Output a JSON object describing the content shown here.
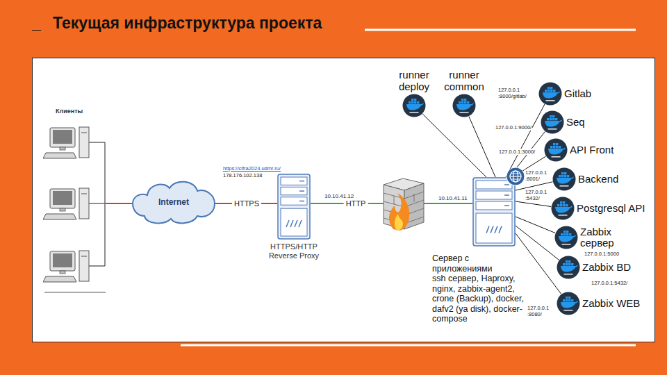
{
  "diagram": {
    "title": "Текущая инфраструктура проекта",
    "nodes": [
      {
        "text": [
          "Клиенты"
        ]
      },
      {
        "text": [
          "Internet"
        ]
      },
      {
        "text": [
          "HTTPS/HTTP Reverse Proxy"
        ]
      },
      {
        "text": [
          "runner deploy"
        ]
      },
      {
        "text": [
          "runner common"
        ]
      },
      {
        "text": [
          "Сервер с приложениями",
          "ssh сервер, Haproxy, nginx, zabbix-agent2, crone (Backup), docker, dafv2 (ya disk), docker-compose"
        ]
      },
      {
        "text": [
          "Gitlab"
        ]
      },
      {
        "text": [
          "Seq"
        ]
      },
      {
        "text": [
          "API Front"
        ]
      },
      {
        "text": [
          "Backend"
        ]
      },
      {
        "text": [
          "Postgresql API"
        ]
      },
      {
        "text": [
          "Zabbix сервер"
        ]
      },
      {
        "text": [
          "Zabbix BD"
        ]
      },
      {
        "text": [
          "Zabbix WEB"
        ]
      }
    ],
    "edges": [
      {
        "from": 0,
        "to": 1,
        "arrow": "none"
      },
      {
        "from": 1,
        "to": 2,
        "label": "HTTPS",
        "arrow": "none"
      },
      {
        "from": 2,
        "to": 5,
        "label": "HTTP",
        "arrow": "none"
      },
      {
        "from": 3,
        "to": 5,
        "arrow": "none"
      },
      {
        "from": 4,
        "to": 5,
        "arrow": "none"
      },
      {
        "from": 5,
        "to": 6,
        "label": "127.0.0.1 :8000/gitlab/",
        "arrow": "none"
      },
      {
        "from": 5,
        "to": 7,
        "label": "127.0.0.1:9000/",
        "arrow": "none"
      },
      {
        "from": 5,
        "to": 8,
        "label": "127.0.0.1:3000/",
        "arrow": "none"
      },
      {
        "from": 5,
        "to": 9,
        "label": "127.0.0.1 :8001/",
        "arrow": "none"
      },
      {
        "from": 5,
        "to": 10,
        "label": "127.0.0.1 :5432/",
        "arrow": "none"
      },
      {
        "from": 5,
        "to": 11,
        "label": "127.0.0.1:5000",
        "arrow": "none"
      },
      {
        "from": 5,
        "to": 12,
        "label": "127.0.0.1:5432/",
        "arrow": "none"
      },
      {
        "from": 5,
        "to": 13,
        "label": "127.0.0.1 :8080/",
        "arrow": "none"
      }
    ],
    "labels": [
      "_",
      "https://cifra2024.udmr.ru/",
      "178.176.102.138",
      "10.10.41.12",
      "10.10.41.11"
    ]
  }
}
